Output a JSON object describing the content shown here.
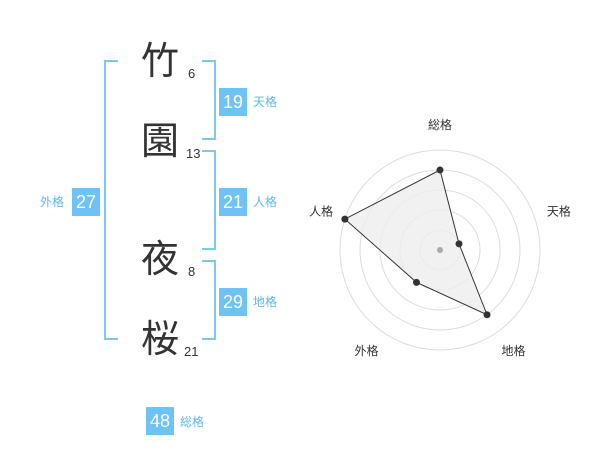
{
  "name": {
    "chars": [
      {
        "char": "竹",
        "strokes": "6"
      },
      {
        "char": "園",
        "strokes": "13"
      },
      {
        "char": "夜",
        "strokes": "8"
      },
      {
        "char": "桜",
        "strokes": "21"
      }
    ]
  },
  "scores": {
    "tenkaku": {
      "value": "19",
      "label": "天格"
    },
    "jinkaku": {
      "value": "21",
      "label": "人格"
    },
    "chikaku": {
      "value": "29",
      "label": "地格"
    },
    "gaikaku": {
      "value": "27",
      "label": "外格"
    },
    "soukaku": {
      "value": "48",
      "label": "総格"
    }
  },
  "chart_data": {
    "type": "radar",
    "axes": [
      "総格",
      "天格",
      "地格",
      "外格",
      "人格"
    ],
    "values": [
      4,
      1,
      4,
      2,
      5
    ],
    "max": 5,
    "rings": 5,
    "colors": {
      "fill": "#eeeeee",
      "line": "#333333",
      "grid": "#dddddd",
      "center": "#aaaaaa"
    }
  }
}
